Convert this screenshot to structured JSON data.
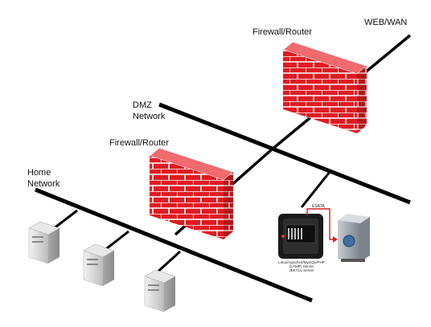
{
  "labels": {
    "web_wan": "WEB/WAN",
    "firewall_router_top": "Firewall/Router",
    "dmz_line1": "DMZ",
    "dmz_line2": "Network",
    "firewall_router_mid": "Firewall/Router",
    "home_line1": "Home",
    "home_line2": "Network",
    "esata": "ESATA",
    "server_line1": "Linux/Apache2/MySQL/PHP",
    "server_line2": "(LAMP) Server",
    "server_line3": "JEKYLL Server"
  },
  "colors": {
    "brick": "#e01b22",
    "mortar": "#ffffff",
    "line": "#000000",
    "arrow": "#d42020",
    "computer_body": "#dcdcdc",
    "server_dark": "#1a1a1a",
    "drive_blue": "#3d6fa5"
  },
  "icons": [
    "firewall-brick-wall",
    "desktop-computer",
    "media-server",
    "external-drive"
  ]
}
